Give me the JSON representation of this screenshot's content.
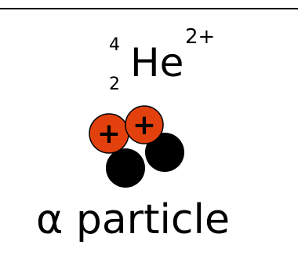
{
  "notation": {
    "mass_number": "4",
    "atomic_number": "2",
    "symbol": "He",
    "charge": "2+"
  },
  "nucleus": {
    "proton_symbol": "+",
    "proton_color": "#e2410e",
    "neutron_color": "#000000"
  },
  "caption": {
    "greek_letter": "α",
    "text": "particle"
  }
}
